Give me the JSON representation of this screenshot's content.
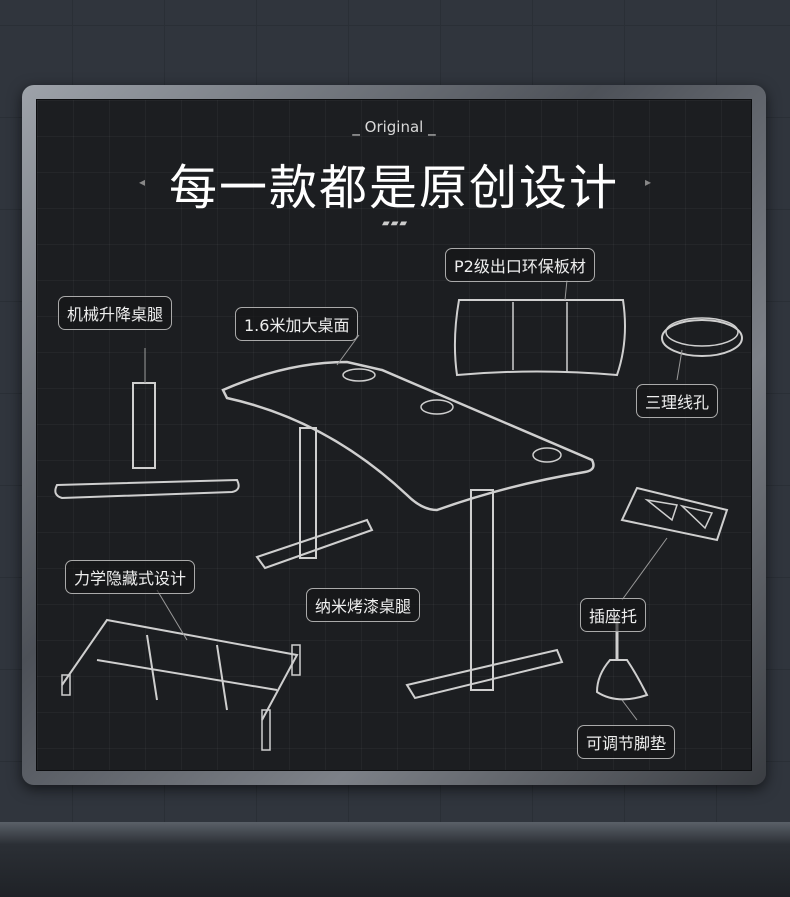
{
  "header": {
    "subtitle": "_ Original _",
    "title": "每一款都是原创设计",
    "left_arrow": "◂",
    "right_arrow": "▸",
    "dots": "▰▰▰"
  },
  "labels": {
    "lift_leg": "机械升降桌腿",
    "tabletop": "1.6米加大桌面",
    "board_material": "P2级出口环保板材",
    "cable_holes": "三理线孔",
    "hidden_design": "力学隐藏式设计",
    "paint_leg": "纳米烤漆桌腿",
    "socket_tray": "插座托",
    "foot_pad": "可调节脚垫"
  }
}
